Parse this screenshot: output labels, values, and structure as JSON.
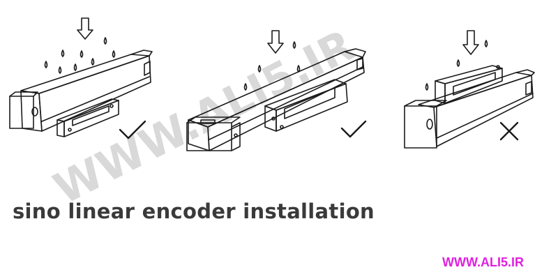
{
  "figure": {
    "caption": "sino linear encoder installation",
    "watermark": "WWW.ALI5.IR",
    "site_link": "WWW.ALI5.IR",
    "colors": {
      "line": "#1a1a1a",
      "caption": "#3a3a3a",
      "watermark": "#d9d9d9",
      "site_link": "#e020e0"
    },
    "panels": [
      {
        "id": "left",
        "mark": "check",
        "mark_icon": "check-mark-icon",
        "pressure_icon": "down-arrow-icon",
        "drops_icon": "water-drop-icon"
      },
      {
        "id": "middle",
        "mark": "check",
        "mark_icon": "check-mark-icon",
        "pressure_icon": "down-arrow-icon",
        "drops_icon": "water-drop-icon"
      },
      {
        "id": "right",
        "mark": "cross",
        "mark_icon": "cross-mark-icon",
        "pressure_icon": "down-arrow-icon",
        "drops_icon": "water-drop-icon"
      }
    ]
  }
}
